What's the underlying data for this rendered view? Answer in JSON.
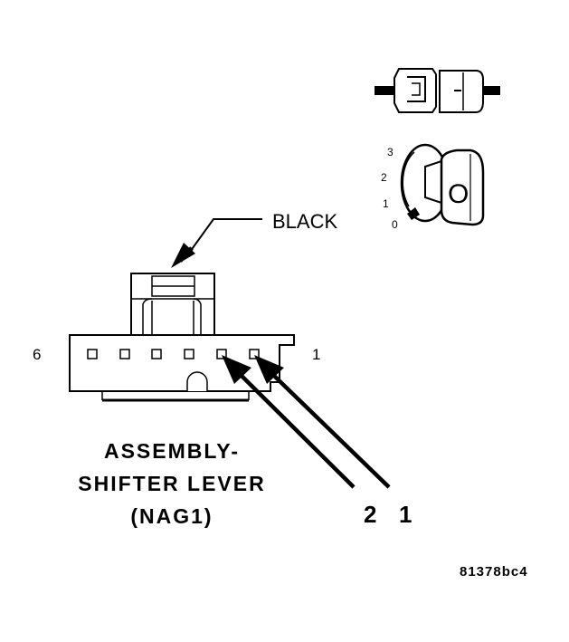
{
  "labels": {
    "color": "BLACK",
    "pin_left": "6",
    "pin_right": "1",
    "title_line1": "ASSEMBLY-",
    "title_line2": "SHIFTER LEVER",
    "title_line3": "(NAG1)",
    "callout_2": "2",
    "callout_1": "1",
    "figure_code": "81378bc4"
  },
  "key_positions": [
    "3",
    "2",
    "1",
    "0"
  ],
  "key_label": "O"
}
